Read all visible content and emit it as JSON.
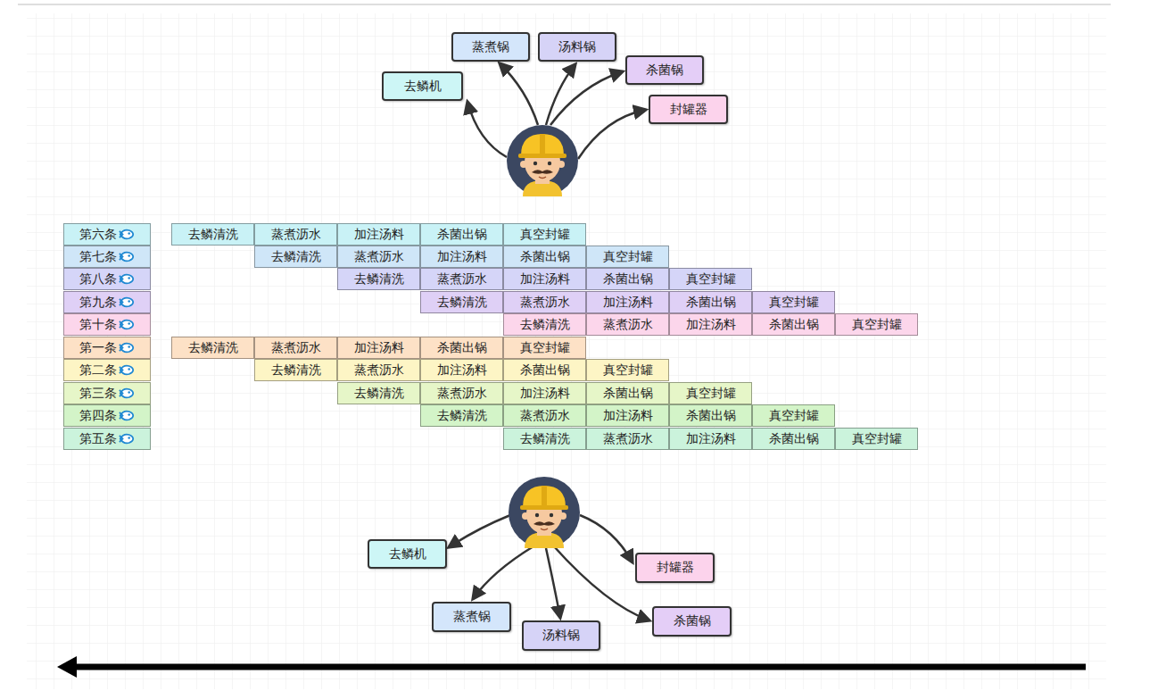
{
  "diagram": {
    "nodes": [
      {
        "text": [
          "蒸煮锅"
        ]
      },
      {
        "text": [
          "汤料锅"
        ]
      },
      {
        "text": [
          "杀菌锅"
        ]
      },
      {
        "text": [
          "去鳞机"
        ]
      },
      {
        "text": [
          "封罐器"
        ]
      },
      {
        "text": [
          "去鳞机"
        ]
      },
      {
        "text": [
          "封罐器"
        ]
      },
      {
        "text": [
          "蒸煮锅"
        ]
      },
      {
        "text": [
          "杀菌锅"
        ]
      },
      {
        "text": [
          "汤料锅"
        ]
      }
    ],
    "labels": [
      "第六条",
      "去鳞清洗",
      "蒸煮沥水",
      "加注汤料",
      "杀菌出锅",
      "真空封罐",
      "第七条",
      "去鳞清洗",
      "蒸煮沥水",
      "加注汤料",
      "杀菌出锅",
      "真空封罐",
      "第八条",
      "去鳞清洗",
      "蒸煮沥水",
      "加注汤料",
      "杀菌出锅",
      "真空封罐",
      "第九条",
      "去鳞清洗",
      "蒸煮沥水",
      "加注汤料",
      "杀菌出锅",
      "真空封罐",
      "第十条",
      "去鳞清洗",
      "蒸煮沥水",
      "加注汤料",
      "杀菌出锅",
      "真空封罐",
      "第一条",
      "去鳞清洗",
      "蒸煮沥水",
      "加注汤料",
      "杀菌出锅",
      "真空封罐",
      "第二条",
      "去鳞清洗",
      "蒸煮沥水",
      "加注汤料",
      "杀菌出锅",
      "真空封罐",
      "第三条",
      "去鳞清洗",
      "蒸煮沥水",
      "加注汤料",
      "杀菌出锅",
      "真空封罐",
      "第四条",
      "去鳞清洗",
      "蒸煮沥水",
      "加注汤料",
      "杀菌出锅",
      "真空封罐",
      "第五条",
      "去鳞清洗",
      "蒸煮沥水",
      "加注汤料",
      "杀菌出锅",
      "真空封罐"
    ]
  }
}
